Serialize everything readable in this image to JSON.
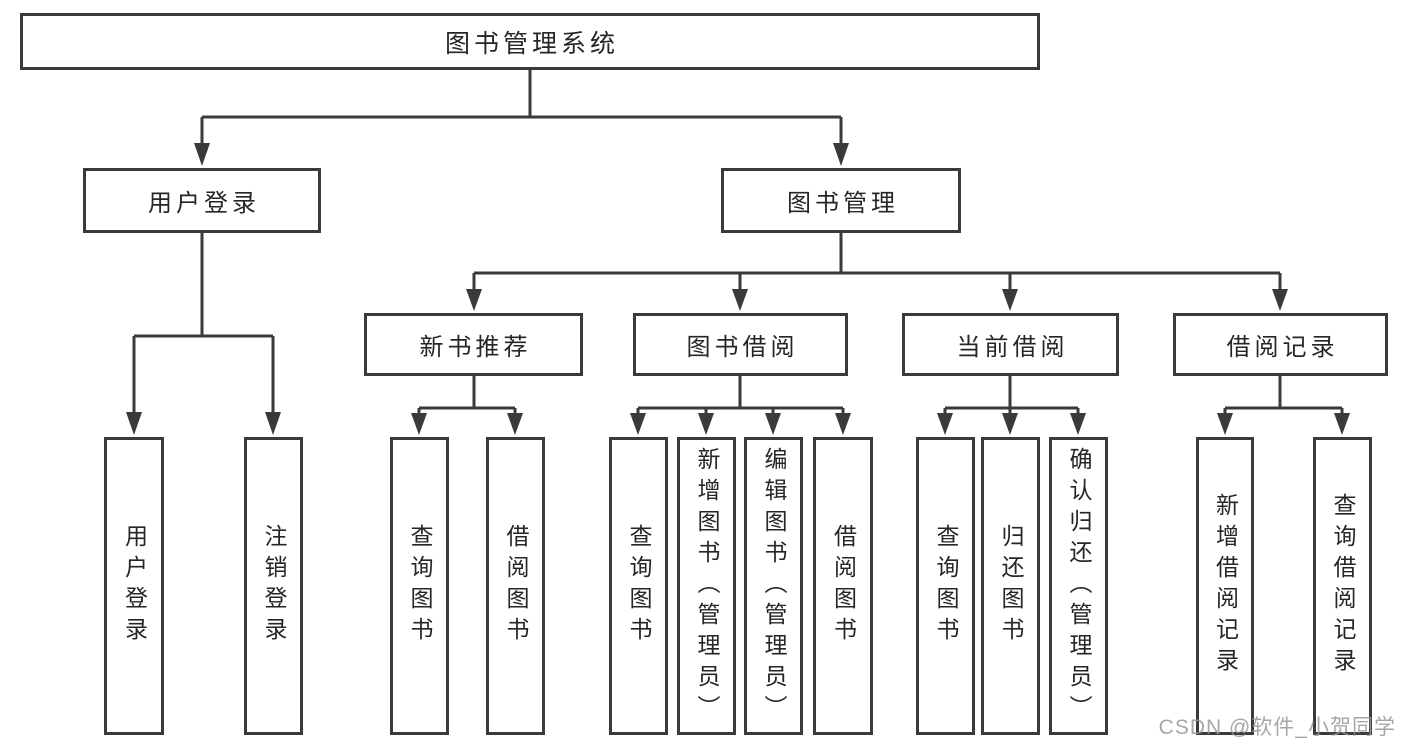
{
  "diagram": {
    "type": "function-structure-tree",
    "colors": {
      "line": "#3a3a3a",
      "box_border": "#3a3a3a",
      "box_fill": "#ffffff",
      "text": "#262626",
      "watermark": "#96969d"
    }
  },
  "tree": {
    "root": {
      "label": "图书管理系统",
      "children": [
        {
          "label": "用户登录",
          "children": [
            {
              "label": "用户登录"
            },
            {
              "label": "注销登录"
            }
          ]
        },
        {
          "label": "图书管理",
          "children": [
            {
              "label": "新书推荐",
              "children": [
                {
                  "label": "查询图书"
                },
                {
                  "label": "借阅图书"
                }
              ]
            },
            {
              "label": "图书借阅",
              "children": [
                {
                  "label": "查询图书"
                },
                {
                  "label": "新增图书（管理员）"
                },
                {
                  "label": "编辑图书（管理员）"
                },
                {
                  "label": "借阅图书"
                }
              ]
            },
            {
              "label": "当前借阅",
              "children": [
                {
                  "label": "查询图书"
                },
                {
                  "label": "归还图书"
                },
                {
                  "label": "确认归还（管理员）"
                }
              ]
            },
            {
              "label": "借阅记录",
              "children": [
                {
                  "label": "新增借阅记录"
                },
                {
                  "label": "查询借阅记录"
                }
              ]
            }
          ]
        }
      ]
    }
  },
  "watermark": {
    "text": "CSDN @软件_小贺同学"
  }
}
